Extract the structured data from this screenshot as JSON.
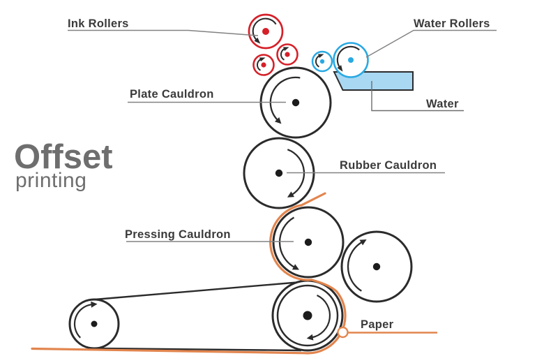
{
  "title": {
    "main": "Offset",
    "sub": "printing"
  },
  "labels": {
    "ink_rollers": "Ink Rollers",
    "water_rollers": "Water Rollers",
    "plate_cauldron": "Plate Cauldron",
    "water": "Water",
    "rubber_cauldron": "Rubber Cauldron",
    "pressing_cauldron": "Pressing Cauldron",
    "paper": "Paper"
  },
  "colors": {
    "ink_red": "#d52029",
    "water_blue": "#29a9e2",
    "water_fill": "#a9d8f3",
    "paper_orange": "#e2854e",
    "outline_black": "#2b2b2b",
    "leader_gray": "#828282",
    "title_gray": "#6e6e6e",
    "label_dark": "#3a3a3a"
  },
  "diagram": {
    "type": "offset printing press schematic",
    "rotating_parts": [
      "ink rollers (3, red)",
      "water rollers (2, blue)",
      "plate cauldron",
      "rubber cauldron",
      "pressing cauldron",
      "impression roller",
      "belt rollers (2)"
    ],
    "paper_flow": "enters between rubber and pressing cauldrons, wraps pressing cauldron, wraps lower drum, exits left along belt"
  }
}
